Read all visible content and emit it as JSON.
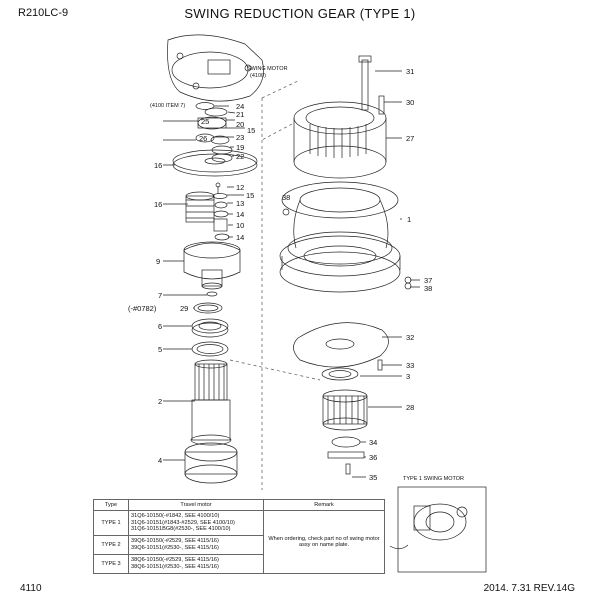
{
  "header": {
    "model": "R210LC-9",
    "title": "SWING REDUCTION GEAR (TYPE 1)"
  },
  "callouts": {
    "swing_motor": "SWING MOTOR",
    "swing_motor_ref": "(4100)",
    "item7_ref": "(4100 ITEM 7)",
    "p29_prefix": "(-#0782)",
    "inset_label": "TYPE 1 SWING MOTOR"
  },
  "part_numbers": {
    "p1": "1",
    "p2": "2",
    "p3": "3",
    "p4": "4",
    "p5": "5",
    "p6": "6",
    "p7": "7",
    "p9": "9",
    "p10": "10",
    "p12": "12",
    "p13": "13",
    "p14a": "14",
    "p14b": "14",
    "p15a": "15",
    "p15b": "15",
    "p16a": "16",
    "p16b": "16",
    "p19": "19",
    "p20": "20",
    "p21": "21",
    "p22": "22",
    "p23": "23",
    "p24": "24",
    "p25": "25",
    "p26": "26",
    "p27": "27",
    "p28": "28",
    "p29": "29",
    "p30": "30",
    "p31": "31",
    "p32": "32",
    "p33": "33",
    "p34": "34",
    "p35": "35",
    "p36": "36",
    "p37": "37",
    "p38a": "38",
    "p38b": "38"
  },
  "table": {
    "headers": {
      "type": "Type",
      "motor": "Travel motor",
      "remark": "Remark"
    },
    "rows": [
      {
        "type": "TYPE 1",
        "motor": "31Q6-10150(-#1842, SEE 4100/10)\n31Q6-10151(#1843-#2529, SEE 4100/10)\n31Q6-10151BG8(#2530-, SEE 4100/10)"
      },
      {
        "type": "TYPE 2",
        "motor": "39Q6-10150(-#2529, SEE 4115/16)\n39Q6-10151(#2530-, SEE 4115/16)"
      },
      {
        "type": "TYPE 3",
        "motor": "38Q6-10150(-#2529, SEE 4115/16)\n38Q6-10151(#2530-, SEE 4115/16)"
      }
    ],
    "remark": "When ordering, check part no of swing motor assy on name plate."
  },
  "footer": {
    "page": "4110",
    "date_rev": "2014. 7.31  REV.14G"
  }
}
